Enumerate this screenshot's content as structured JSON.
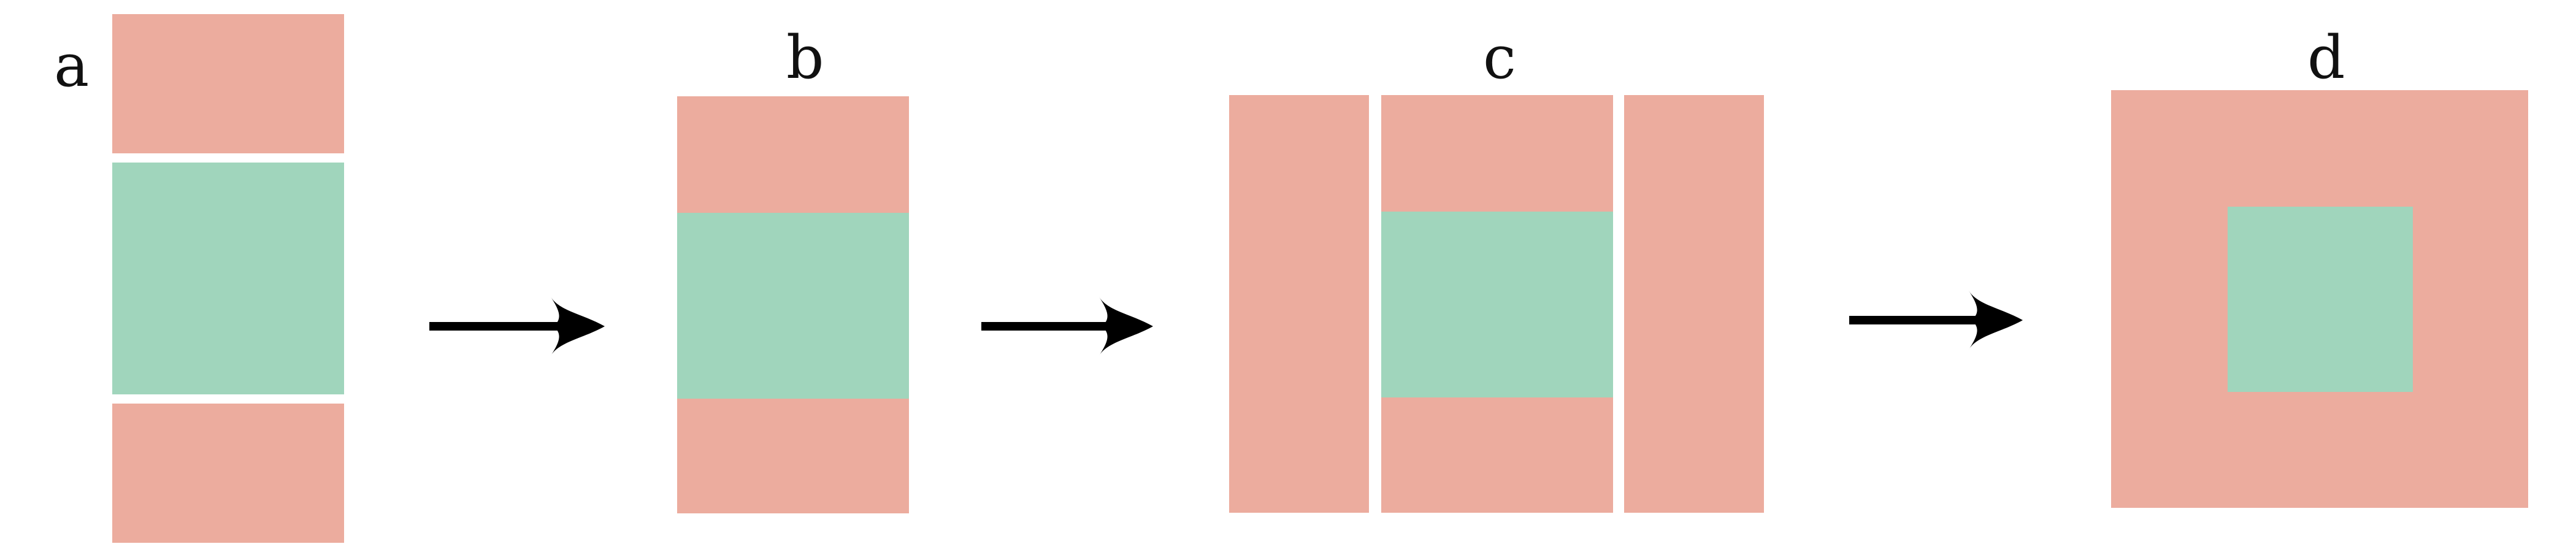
{
  "panels": [
    {
      "label": "a"
    },
    {
      "label": "b"
    },
    {
      "label": "c"
    },
    {
      "label": "d"
    }
  ],
  "colors": {
    "salmon": "#ECAC9E",
    "green": "#A0D5BC",
    "arrow": "#000000"
  }
}
